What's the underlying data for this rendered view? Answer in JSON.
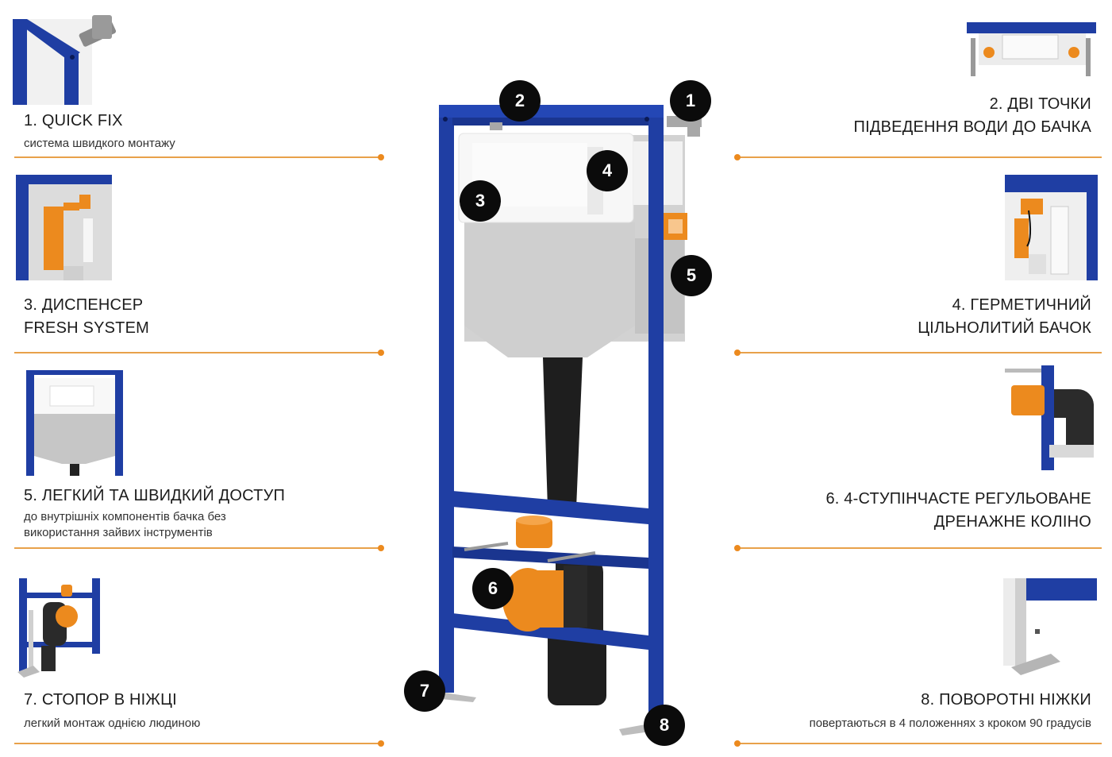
{
  "features": [
    {
      "number": "1",
      "title_lines": [
        "1. QUICK FIX"
      ],
      "description": "система швидкого монтажу",
      "icon": "quick-fix-bracket-icon"
    },
    {
      "number": "2",
      "title_lines": [
        "2. ДВІ ТОЧКИ",
        "ПІДВЕДЕННЯ ВОДИ ДО БАЧКА"
      ],
      "description": "",
      "icon": "water-inlet-icon"
    },
    {
      "number": "3",
      "title_lines": [
        "3. ДИСПЕНСЕР",
        "FRESH SYSTEM"
      ],
      "description": "",
      "icon": "dispenser-icon"
    },
    {
      "number": "4",
      "title_lines": [
        "4. ГЕРМЕТИЧНИЙ",
        "ЦІЛЬНОЛИТИЙ БАЧОК"
      ],
      "description": "",
      "icon": "cistern-icon"
    },
    {
      "number": "5",
      "title_lines": [
        "5. ЛЕГКИЙ ТА ШВИДКИЙ ДОСТУП"
      ],
      "description_lines": [
        "до внутрішніх компонентів бачка без",
        "використання зайвих інструментів"
      ],
      "icon": "access-panel-icon"
    },
    {
      "number": "6",
      "title_lines": [
        "6. 4-СТУПІНЧАСТЕ РЕГУЛЬОВАНЕ",
        "ДРЕНАЖНЕ КОЛІНО"
      ],
      "description": "",
      "icon": "drain-elbow-icon"
    },
    {
      "number": "7",
      "title_lines": [
        "7. СТОПОР В НІЖЦІ"
      ],
      "description": "легкий монтаж однією людиною",
      "icon": "leg-stopper-icon"
    },
    {
      "number": "8",
      "title_lines": [
        "8. ПОВОРОТНІ НІЖКИ"
      ],
      "description": "повертаються в 4 положеннях з кроком 90 градусів",
      "icon": "rotating-feet-icon"
    }
  ],
  "colors": {
    "frame_blue": "#1f3ea3",
    "accent_orange": "#ec8a1e",
    "divider": "#e8a14a",
    "marker": "#0b0b0b",
    "tank_gray": "#c9c9c9",
    "pipe_black": "#1a1a1a"
  }
}
